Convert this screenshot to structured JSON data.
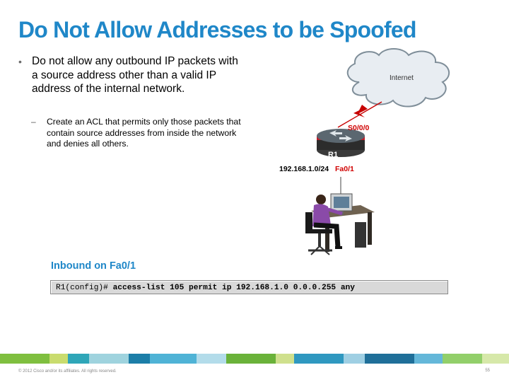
{
  "slide": {
    "title": "Do Not Allow Addresses to be Spoofed",
    "bullet": "Do not allow any outbound IP packets with a source address other than a valid IP address of the internal network.",
    "sub_bullet": "Create an ACL that permits only those packets that contain source addresses from inside the network and denies all others.",
    "bullet_marker": "•",
    "sub_marker": "–"
  },
  "diagram": {
    "cloud_label": "Internet",
    "serial_interface": "S0/0/0",
    "router_name": "R1",
    "network": "192.168.1.0/24",
    "lan_interface": "Fa0/1"
  },
  "config": {
    "heading": "Inbound on Fa0/1",
    "prompt": "R1(config)#",
    "command": "access-list 105 permit ip 192.168.1.0 0.0.0.255 any"
  },
  "footer": {
    "copyright": "© 2012 Cisco and/or its affiliates. All rights reserved.",
    "page_number": "55"
  },
  "colors": {
    "title": "#1f87c8",
    "accent_red": "#d00000"
  }
}
